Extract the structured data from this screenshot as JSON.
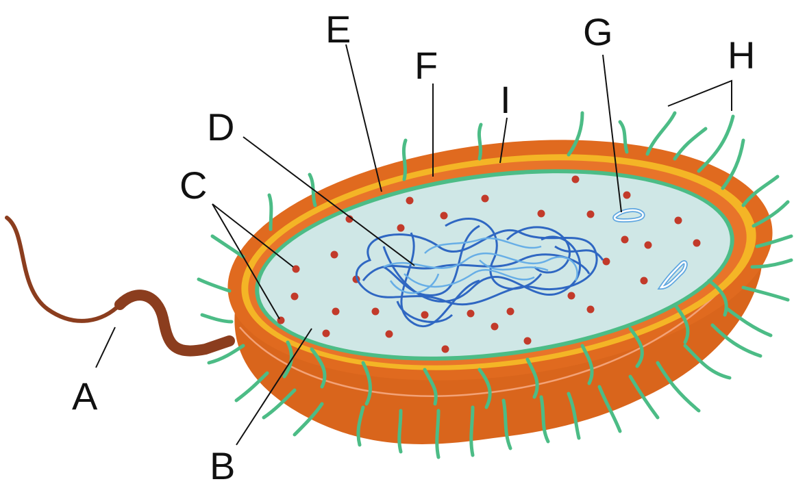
{
  "labels": {
    "A": "A",
    "B": "B",
    "C": "C",
    "D": "D",
    "E": "E",
    "F": "F",
    "G": "G",
    "H": "H",
    "I": "I"
  },
  "colors": {
    "capsule_outer": "#e06a1f",
    "capsule_side": "#d9651c",
    "capsule_rim": "#e8742a",
    "cell_wall": "#f4b526",
    "membrane": "#4cbc86",
    "cytoplasm": "#cfe7e6",
    "ribosome": "#c23a2a",
    "nucleoid_dark": "#2f67c2",
    "nucleoid_light": "#67aee6",
    "plasmid": "#5fa6e0",
    "flagellum": "#8b3d1e",
    "pili": "#4cbc86",
    "leader_lines": "#111111"
  }
}
